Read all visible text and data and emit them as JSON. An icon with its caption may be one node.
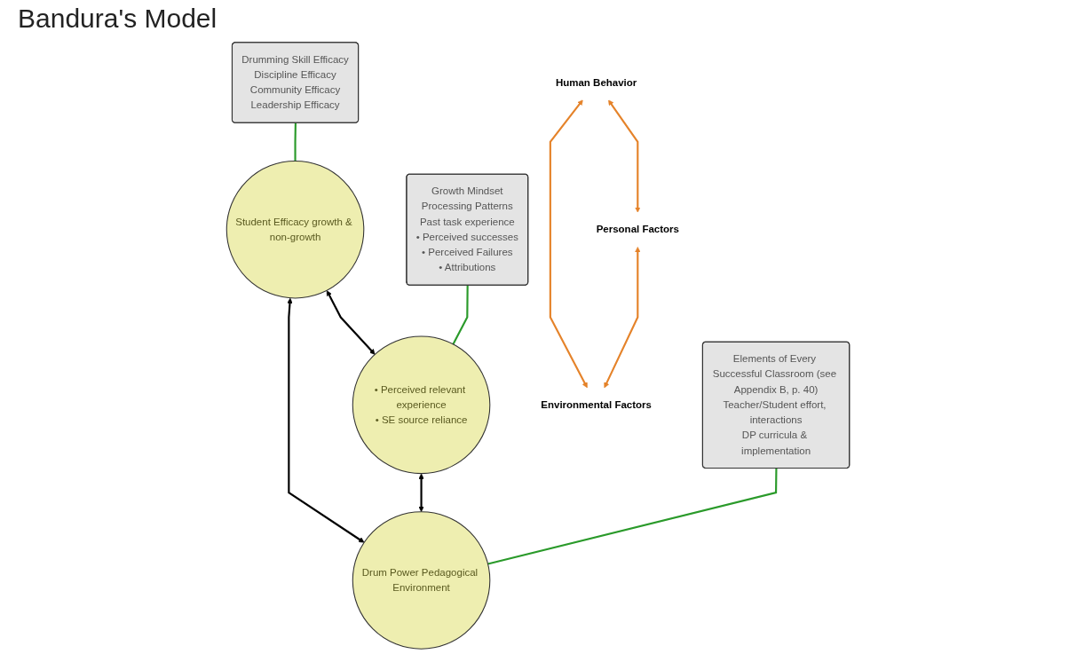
{
  "diagram": {
    "title": "Bandura's Model",
    "nodes": [
      {
        "text": [
          "Human Behavior"
        ]
      },
      {
        "text": [
          "Student Efficacy growth & non-growth"
        ]
      },
      {
        "text": [
          "Drumming Skill Efficacy",
          "Discipline Efficacy",
          "Community Efficacy",
          "Leadership Efficacy"
        ]
      },
      {
        "text": [
          "Growth Mindset",
          "Processing Patterns",
          "Past task experience",
          "• Perceived successes",
          "• Perceived Failures",
          "• Attributions"
        ]
      },
      {
        "text": [
          "Elements of Every Successful Classroom (see Appendix B, p. 40)",
          "Teacher/Student effort, interactions",
          "DP curricula & implementation"
        ]
      },
      {
        "text": [
          "• Perceived relevant experience",
          "• SE source reliance"
        ]
      },
      {
        "text": [
          "Drum Power Pedagogical Environment"
        ]
      },
      {
        "text": [
          "Personal Factors"
        ]
      },
      {
        "text": [
          "Environmental Factors"
        ]
      }
    ],
    "edges": [
      {
        "from": 0,
        "to": 7,
        "arrow": "both",
        "color": "#e5832a"
      },
      {
        "from": 0,
        "to": 8,
        "arrow": "both",
        "color": "#e5832a"
      },
      {
        "from": 7,
        "to": 8,
        "arrow": "both",
        "color": "#e5832a"
      },
      {
        "from": 1,
        "to": 5,
        "arrow": "both",
        "color": "#000000"
      },
      {
        "from": 1,
        "to": 6,
        "arrow": "both",
        "color": "#000000"
      },
      {
        "from": 5,
        "to": 6,
        "arrow": "both",
        "color": "#000000"
      },
      {
        "from": 2,
        "to": 1,
        "arrow": "none",
        "color": "#2a9a2a"
      },
      {
        "from": 3,
        "to": 5,
        "arrow": "none",
        "color": "#2a9a2a"
      },
      {
        "from": 4,
        "to": 6,
        "arrow": "none",
        "color": "#2a9a2a"
      }
    ]
  }
}
